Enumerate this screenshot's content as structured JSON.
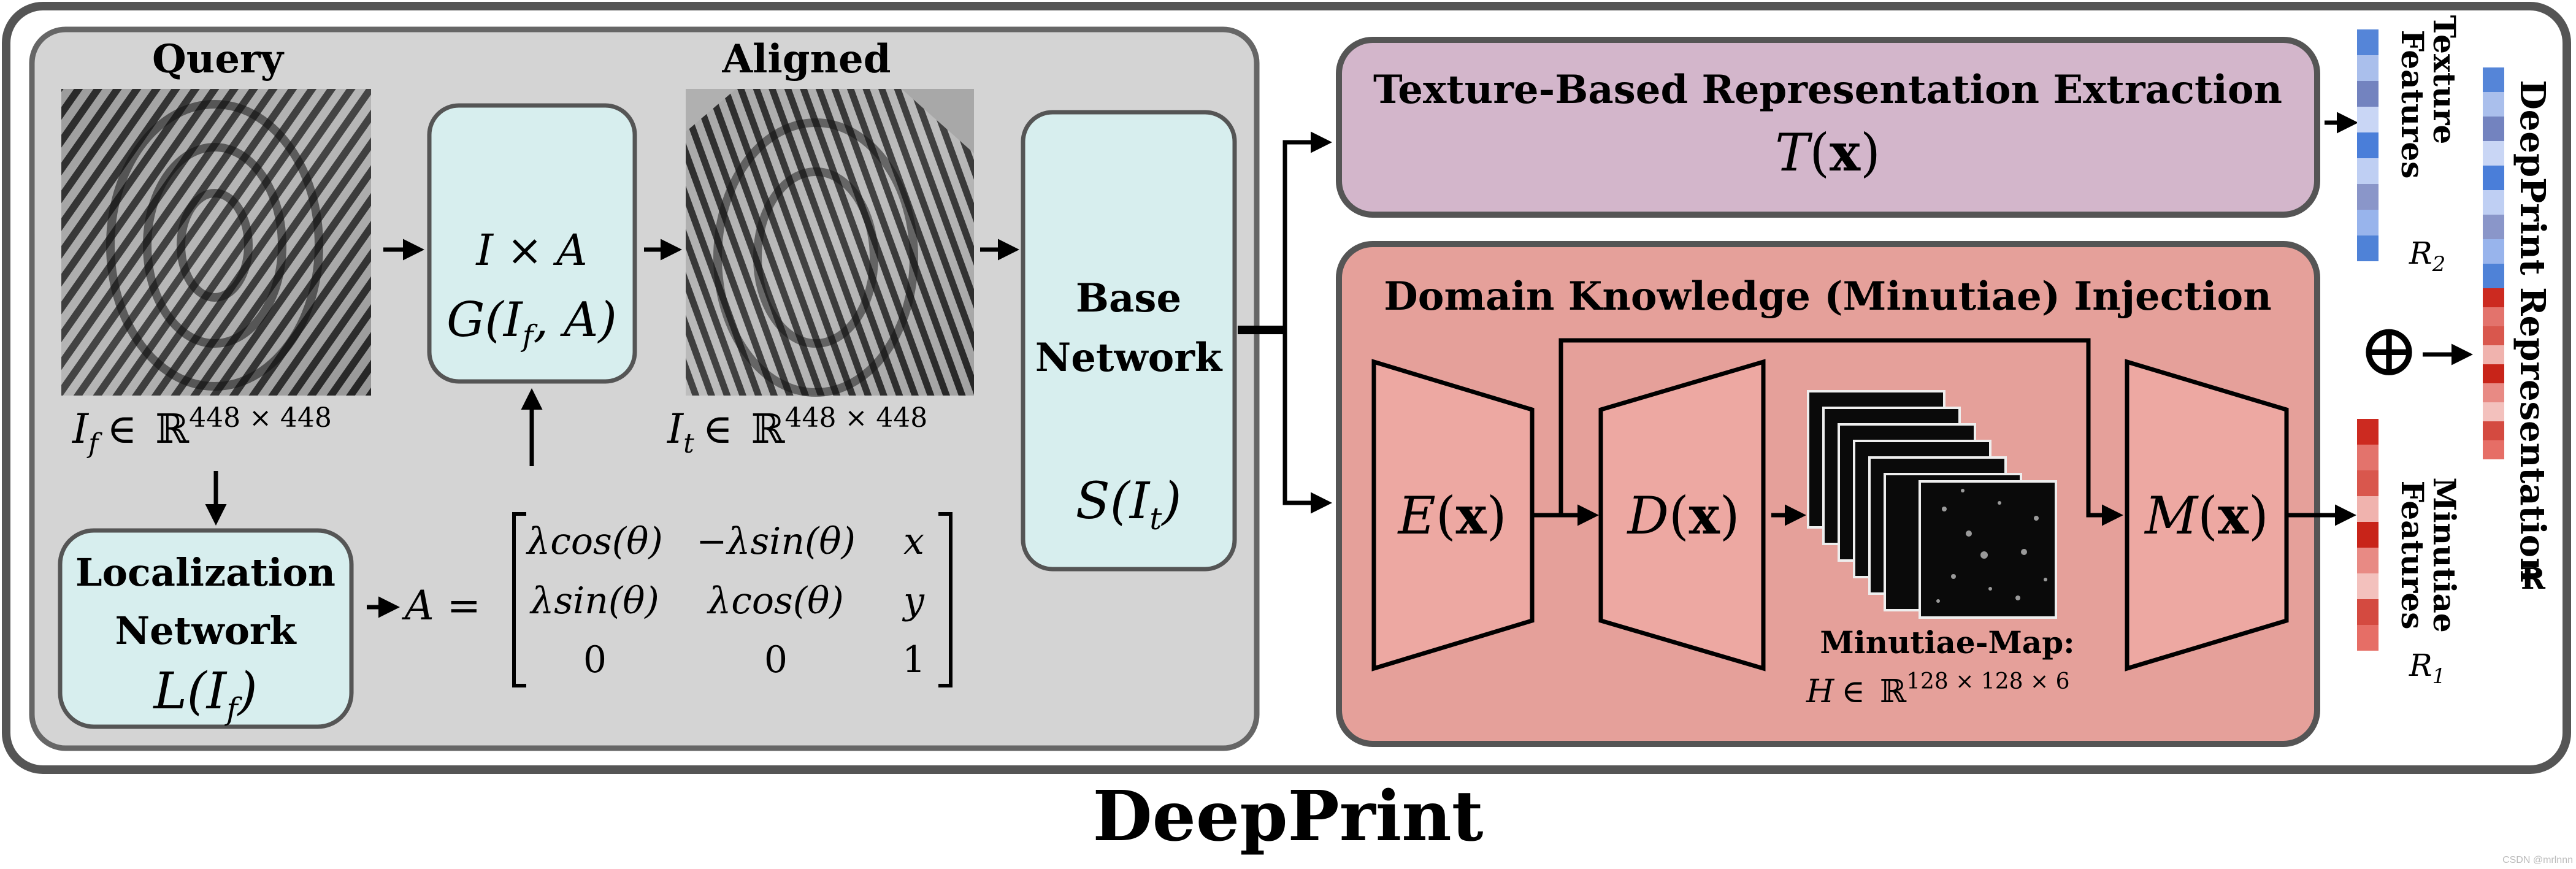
{
  "query_label": "Query",
  "aligned_label": "Aligned",
  "query_eq": {
    "sym": "I",
    "sub": "f",
    "in": "∈",
    "R": "ℝ",
    "sup": "448 × 448"
  },
  "aligned_eq": {
    "sym": "I",
    "sub": "t",
    "in": "∈",
    "R": "ℝ",
    "sup": "448 × 448"
  },
  "grid_sampler": {
    "line1": "I × A",
    "line2_pre": "G(I",
    "line2_sub": "f",
    "line2_post": ", A)"
  },
  "localization": {
    "line1": "Localization",
    "line2": "Network",
    "eq_pre": "L(I",
    "eq_sub": "f",
    "eq_post": ")"
  },
  "affine": {
    "lhs": "A =",
    "rows": [
      [
        "λcos(θ)",
        "−λsin(θ)",
        "x"
      ],
      [
        "λsin(θ)",
        "λcos(θ)",
        "y"
      ],
      [
        "0",
        "0",
        "1"
      ]
    ]
  },
  "base_network": {
    "line1": "Base",
    "line2": "Network",
    "eq_pre": "S(I",
    "eq_sub": "t",
    "eq_post": ")"
  },
  "texture_branch": {
    "title": "Texture-Based Representation Extraction",
    "eq": "T(x)"
  },
  "minutiae_branch": {
    "title": "Domain Knowledge (Minutiae) Injection",
    "encoder": "E(x)",
    "decoder": "D(x)",
    "minutiae_net": "M(x)",
    "map_label": "Minutiae-Map:",
    "map_eq": {
      "sym": "H",
      "in": "∈",
      "R": "ℝ",
      "sup": "128 × 128 × 6"
    }
  },
  "texture_features": {
    "line1": "Texture",
    "line2": "Features",
    "sym": "R",
    "sub": "2"
  },
  "minutiae_features": {
    "line1": "Minutiae",
    "line2": "Features",
    "sym": "R",
    "sub": "1"
  },
  "combine_symbol": "⊕",
  "representation": {
    "label": "DeepPrint Representation",
    "sym": "R"
  },
  "footer_title": "DeepPrint",
  "watermark": "CSDN @mrlnnn",
  "colors": {
    "panel_gray": "#d4d4d4",
    "box_cyan": "#d7eeee",
    "texture_purple": "#d3b6cb",
    "minutiae_red": "#e5a09a",
    "trapezoid_fill": "#eda8a2",
    "blue_bar": [
      "#5585d8",
      "#aabfec",
      "#7383bf",
      "#c9d6f5",
      "#4a7ed9",
      "#bfcff3",
      "#8a96c9",
      "#98b4ec",
      "#4f82d7"
    ],
    "red_bar": [
      "#cc2a20",
      "#e3736c",
      "#d9574d",
      "#f0b3ae",
      "#c82419",
      "#e88a84",
      "#f3c1bd",
      "#d44a40",
      "#e66e66"
    ]
  }
}
